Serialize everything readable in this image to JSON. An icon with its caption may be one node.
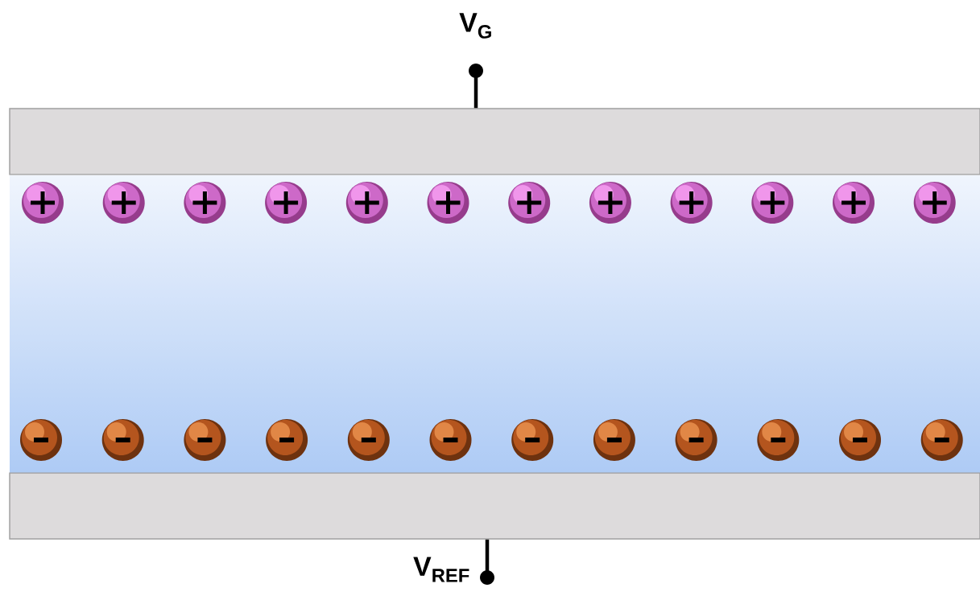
{
  "diagram": {
    "nodes": [
      {
        "text": [],
        "shape": "bar"
      },
      {
        "text": [],
        "shape": "circle",
        "beside": [
          "V$_{G}$"
        ]
      },
      {
        "text": [],
        "shape": "bar"
      },
      {
        "text": [],
        "shape": "circle",
        "beside": [
          "V$_{REF}$"
        ]
      }
    ],
    "edges": [
      {
        "from": 1,
        "to": 0,
        "arrow": "none"
      },
      {
        "from": 3,
        "to": 2,
        "arrow": "none"
      }
    ]
  }
}
